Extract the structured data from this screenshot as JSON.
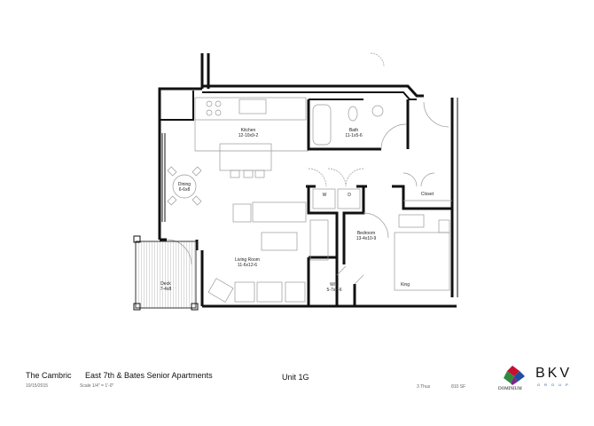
{
  "rooms": {
    "kitchen": {
      "name": "Kitchen",
      "dims": "12-10x9-2"
    },
    "bath": {
      "name": "Bath",
      "dims": "11-1x5-6"
    },
    "dining": {
      "name": "Dining",
      "dims": "6-6x8"
    },
    "living": {
      "name": "Living Room",
      "dims": "11-6x12-6"
    },
    "bedroom": {
      "name": "Bedroom",
      "dims": "13-4x10-9"
    },
    "wic": {
      "name": "W/C",
      "dims": "5-7x4-6"
    },
    "closet": {
      "name": "Closet"
    },
    "deck": {
      "name": "Deck",
      "dims": "7-4x8"
    },
    "bed": "King",
    "washer": "W",
    "dryer": "D"
  },
  "footer": {
    "property": "The Cambric",
    "project": "East 7th & Bates Senior Apartments",
    "date": "10/15/2015",
    "scale": "Scale  1/4\" = 1'-0\"",
    "unit": "Unit 1G",
    "type": "3 Thus",
    "area": "810 SF"
  },
  "logos": {
    "dominium": "DOMINIUM",
    "bkv": "BKV",
    "bkv_sub": "GROUP",
    "dominium_colors": [
      "#c8102e",
      "#1f4e9c",
      "#2e8b3d",
      "#7a2a8c"
    ]
  }
}
